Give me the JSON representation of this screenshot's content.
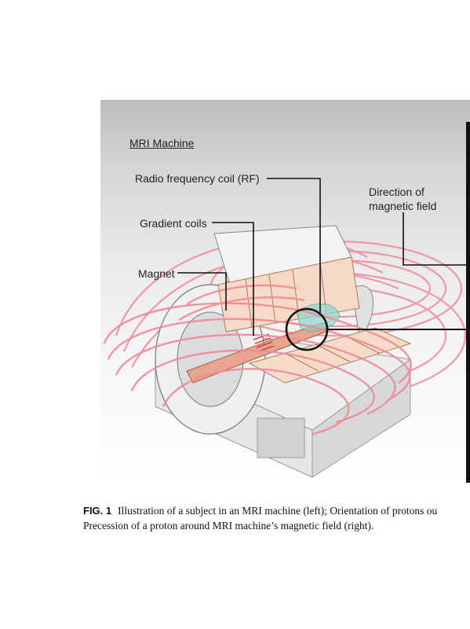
{
  "figure": {
    "title": "MRI Machine",
    "labels": {
      "rf_coil": "Radio frequency coil (RF)",
      "gradient_coils": "Gradient coils",
      "magnet": "Magnet",
      "field_direction": "Direction of magnetic field"
    },
    "colors": {
      "field_lines": "#f08a96",
      "bore_interior": "#f6d9c6",
      "machine_body": "#f2f2f2",
      "background_top": "#bdbdbd",
      "right_panel": "#111111",
      "callout_circle": "#111111"
    }
  },
  "caption": {
    "figure_id": "FIG. 1",
    "line1": "Illustration of a subject in an MRI machine (left); Orientation of protons ou",
    "line2": "Precession of a proton around MRI machine’s magnetic field (right)."
  }
}
